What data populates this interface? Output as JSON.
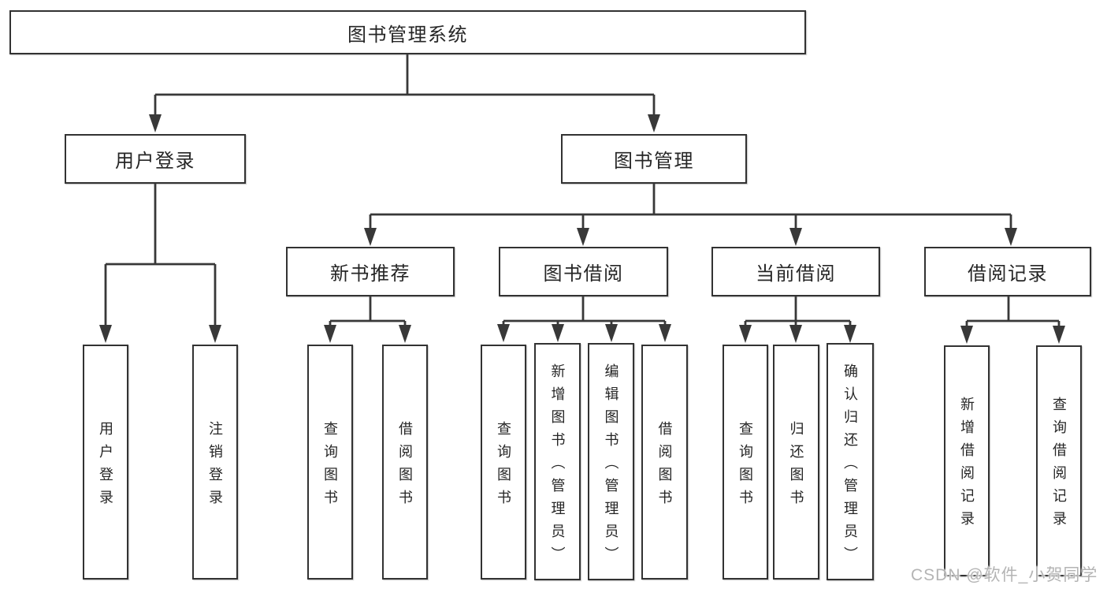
{
  "diagram": {
    "type": "hierarchy-tree",
    "root": {
      "label": "图书管理系统"
    },
    "level2": [
      {
        "label": "用户登录",
        "parent": "图书管理系统"
      },
      {
        "label": "图书管理",
        "parent": "图书管理系统"
      }
    ],
    "level3": [
      {
        "label": "新书推荐",
        "parent": "图书管理"
      },
      {
        "label": "图书借阅",
        "parent": "图书管理"
      },
      {
        "label": "当前借阅",
        "parent": "图书管理"
      },
      {
        "label": "借阅记录",
        "parent": "图书管理"
      }
    ],
    "leaves": [
      {
        "label": "用户登录",
        "parent": "用户登录"
      },
      {
        "label": "注销登录",
        "parent": "用户登录"
      },
      {
        "label": "查询图书",
        "parent": "新书推荐"
      },
      {
        "label": "借阅图书",
        "parent": "新书推荐"
      },
      {
        "label": "查询图书",
        "parent": "图书借阅"
      },
      {
        "label": "新增图书（管理员）",
        "parent": "图书借阅"
      },
      {
        "label": "编辑图书（管理员）",
        "parent": "图书借阅"
      },
      {
        "label": "借阅图书",
        "parent": "图书借阅"
      },
      {
        "label": "查询图书",
        "parent": "当前借阅"
      },
      {
        "label": "归还图书",
        "parent": "当前借阅"
      },
      {
        "label": "确认归还（管理员）",
        "parent": "当前借阅"
      },
      {
        "label": "新增借阅记录",
        "parent": "借阅记录"
      },
      {
        "label": "查询借阅记录",
        "parent": "借阅记录"
      }
    ],
    "colors": {
      "line": "#383838",
      "box_border": "#323232",
      "box_fill": "#ffffff",
      "text": "#262626",
      "watermark": "#b4b4b4",
      "background": "#ffffff"
    },
    "watermark": "CSDN @软件_小贺同学"
  }
}
